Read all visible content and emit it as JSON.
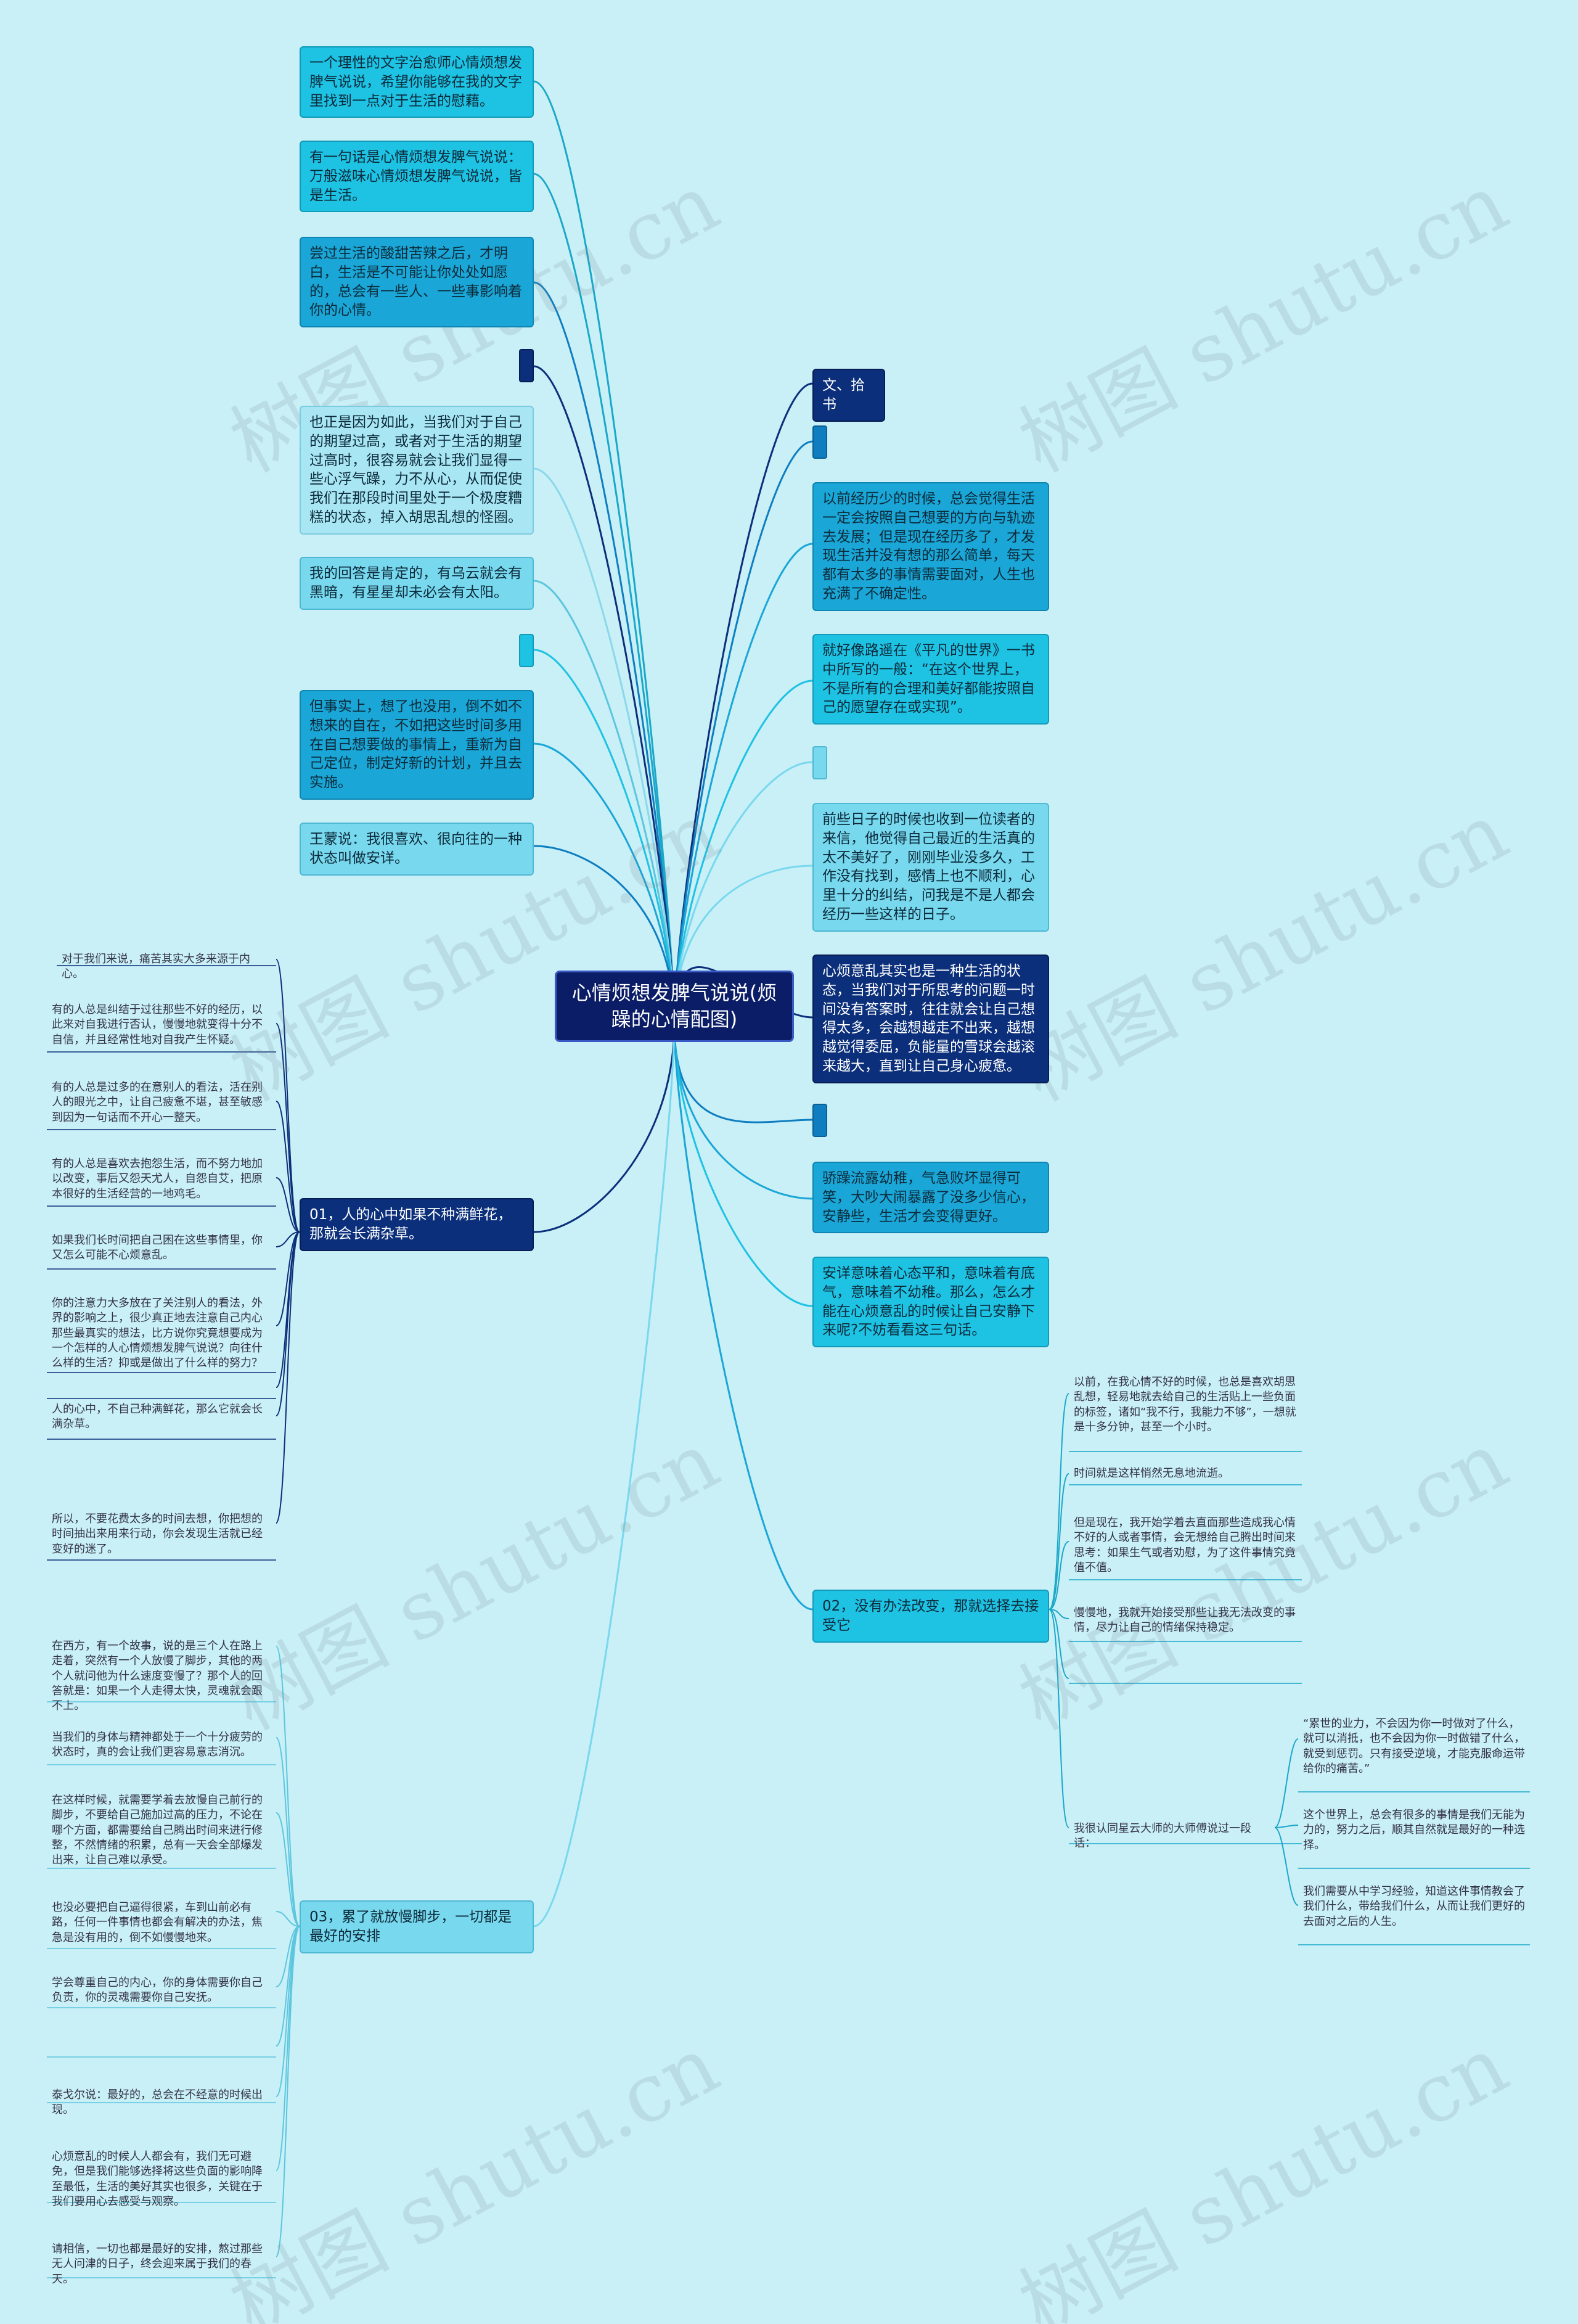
{
  "colors": {
    "background": "#c9eff7",
    "root": "#0a1d66",
    "cyan": "#1ec2e3",
    "light": "#78d8ee",
    "blue": "#0e7ec0",
    "navy": "#0b2f7a"
  },
  "watermark": "树图 shutu.cn",
  "root": "心情烦想发脾气说说(烦躁的心情配图)",
  "left_nodes": [
    "一个理性的文字治愈师心情烦想发脾气说说，希望你能够在我的文字里找到一点对于生活的慰藉。",
    "有一句话是心情烦想发脾气说说：万般滋味心情烦想发脾气说说，皆是生活。",
    "尝过生活的酸甜苦辣之后，才明白，生活是不可能让你处处如愿的，总会有一些人、一些事影响着你的心情。",
    "也正是因为如此，当我们对于自己的期望过高，或者对于生活的期望过高时，很容易就会让我们显得一些心浮气躁，力不从心，从而促使我们在那段时间里处于一个极度糟糕的状态，掉入胡思乱想的怪圈。",
    "我的回答是肯定的，有乌云就会有黑暗，有星星却未必会有太阳。",
    "但事实上，想了也没用，倒不如不想来的自在，不如把这些时间多用在自己想要做的事情上，重新为自己定位，制定好新的计划，并且去实施。",
    "王蒙说：我很喜欢、很向往的一种状态叫做安详。"
  ],
  "right_nodes": [
    "文、拾书",
    "以前经历少的时候，总会觉得生活一定会按照自己想要的方向与轨迹去发展；但是现在经历多了，才发现生活并没有想的那么简单，每天都有太多的事情需要面对，人生也充满了不确定性。",
    "就好像路遥在《平凡的世界》一书中所写的一般：“在这个世界上，不是所有的合理和美好都能按照自己的愿望存在或实现”。",
    "前些日子的时候也收到一位读者的来信，他觉得自己最近的生活真的太不美好了，刚刚毕业没多久，工作没有找到，感情上也不顺利，心里十分的纠结，问我是不是人都会经历一些这样的日子。",
    "心烦意乱其实也是一种生活的状态，当我们对于所思考的问题一时间没有答案时，往往就会让自己想得太多，会越想越走不出来，越想越觉得委屈，负能量的雪球会越滚来越大，直到让自己身心疲惫。",
    "骄躁流露幼稚，气急败坏显得可笑，大吵大闹暴露了没多少信心，安静些，生活才会变得更好。",
    "安详意味着心态平和，意味着有底气，意味着不幼稚。那么，怎么才能在心烦意乱的时候让自己安静下来呢?不妨看看这三句话。"
  ],
  "branch01": {
    "label": "01，人的心中如果不种满鲜花，那就会长满杂草。",
    "leaves": [
      "对于我们来说，痛苦其实大多来源于内心。",
      "有的人总是纠结于过往那些不好的经历，以此来对自我进行否认，慢慢地就变得十分不自信，并且经常性地对自我产生怀疑。",
      "有的人总是过多的在意别人的看法，活在别人的眼光之中，让自己疲惫不堪，甚至敏感到因为一句话而不开心一整天。",
      "有的人总是喜欢去抱怨生活，而不努力地加以改变，事后又怨天尤人，自怨自艾，把原本很好的生活经营的一地鸡毛。",
      "如果我们长时间把自己困在这些事情里，你又怎么可能不心烦意乱。",
      "你的注意力大多放在了关注别人的看法，外界的影响之上，很少真正地去注意自己内心那些最真实的想法，比方说你究竟想要成为一个怎样的人心情烦想发脾气说说？向往什么样的生活？抑或是做出了什么样的努力？",
      "人的心中，不自己种满鲜花，那么它就会长满杂草。",
      "所以，不要花费太多的时间去想，你把想的时间抽出来用来行动，你会发现生活就已经变好的迷了。"
    ]
  },
  "branch02": {
    "label": "02，没有办法改变，那就选择去接受它",
    "leaves": [
      "以前，在我心情不好的时候，也总是喜欢胡思乱想，轻易地就去给自己的生活贴上一些负面的标签，诸如“我不行，我能力不够”，一想就是十多分钟，甚至一个小时。",
      "时间就是这样悄然无息地流逝。",
      "但是现在，我开始学着去直面那些造成我心情不好的人或者事情，会无想给自己腾出时间来思考：如果生气或者劝慰，为了这件事情究竟值不值。",
      "慢慢地，我就开始接受那些让我无法改变的事情，尽力让自己的情绪保持稳定。",
      "我很认同星云大师的大师傅说过一段话："
    ],
    "sub_leaves": [
      "“累世的业力，不会因为你一时做对了什么，就可以消抵，也不会因为你一时做错了什么，就受到惩罚。只有接受逆境，才能克服命运带给你的痛苦。”",
      "这个世界上，总会有很多的事情是我们无能为力的，努力之后，顺其自然就是最好的一种选择。",
      "我们需要从中学习经验，知道这件事情教会了我们什么，带给我们什么，从而让我们更好的去面对之后的人生。"
    ]
  },
  "branch03": {
    "label": "03，累了就放慢脚步，一切都是最好的安排",
    "leaves": [
      "在西方，有一个故事，说的是三个人在路上走着，突然有一个人放慢了脚步，其他的两个人就问他为什么速度变慢了？那个人的回答就是：如果一个人走得太快，灵魂就会跟不上。",
      "当我们的身体与精神都处于一个十分疲劳的状态时，真的会让我们更容易意志消沉。",
      "在这样时候，就需要学着去放慢自己前行的脚步，不要给自己施加过高的压力，不论在哪个方面，都需要给自己腾出时间来进行修整，不然情绪的积累，总有一天会全部爆发出来，让自己难以承受。",
      "也没必要把自己逼得很紧，车到山前必有路，任何一件事情也都会有解决的办法，焦急是没有用的，倒不如慢慢地来。",
      "学会尊重自己的内心，你的身体需要你自己负责，你的灵魂需要你自己安抚。",
      "泰戈尔说：最好的，总会在不经意的时候出现。",
      "心烦意乱的时候人人都会有，我们无可避免，但是我们能够选择将这些负面的影响降至最低，生活的美好其实也很多，关键在于我们要用心去感受与观察。",
      "请相信，一切也都是最好的安排，熬过那些无人问津的日子，终会迎来属于我们的春天。"
    ]
  }
}
